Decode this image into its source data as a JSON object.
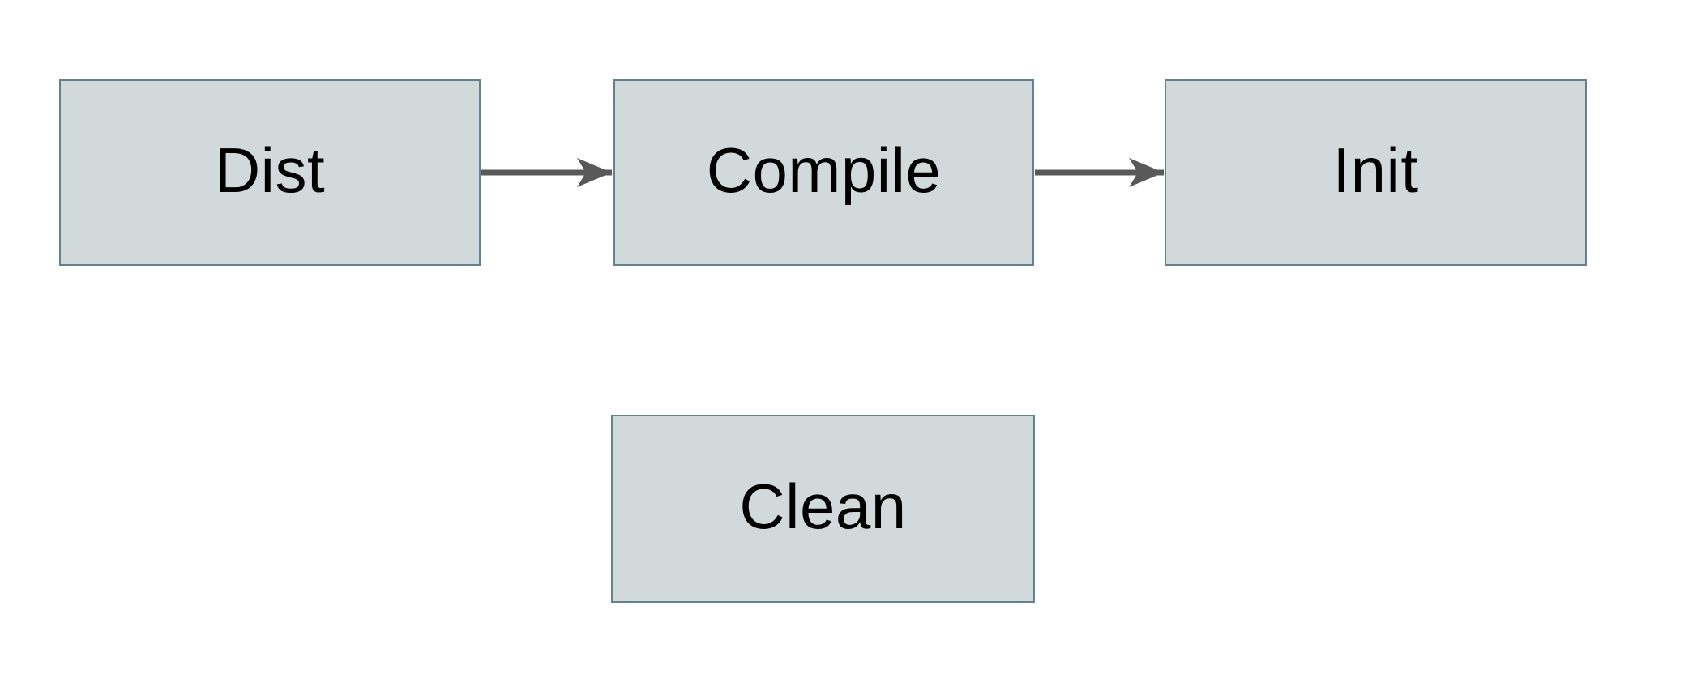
{
  "diagram": {
    "type": "flowchart",
    "colors": {
      "background": "#ffffff",
      "node_fill": "#d2d9db",
      "node_border": "#65808e",
      "arrow_color": "#595959",
      "text_color": "#000000"
    },
    "nodes": [
      {
        "id": "dist",
        "label": "Dist"
      },
      {
        "id": "compile",
        "label": "Compile"
      },
      {
        "id": "init",
        "label": "Init"
      },
      {
        "id": "clean",
        "label": "Clean"
      }
    ],
    "edges": [
      {
        "from": "dist",
        "to": "compile",
        "direction": "right"
      },
      {
        "from": "compile",
        "to": "init",
        "direction": "right"
      }
    ]
  }
}
